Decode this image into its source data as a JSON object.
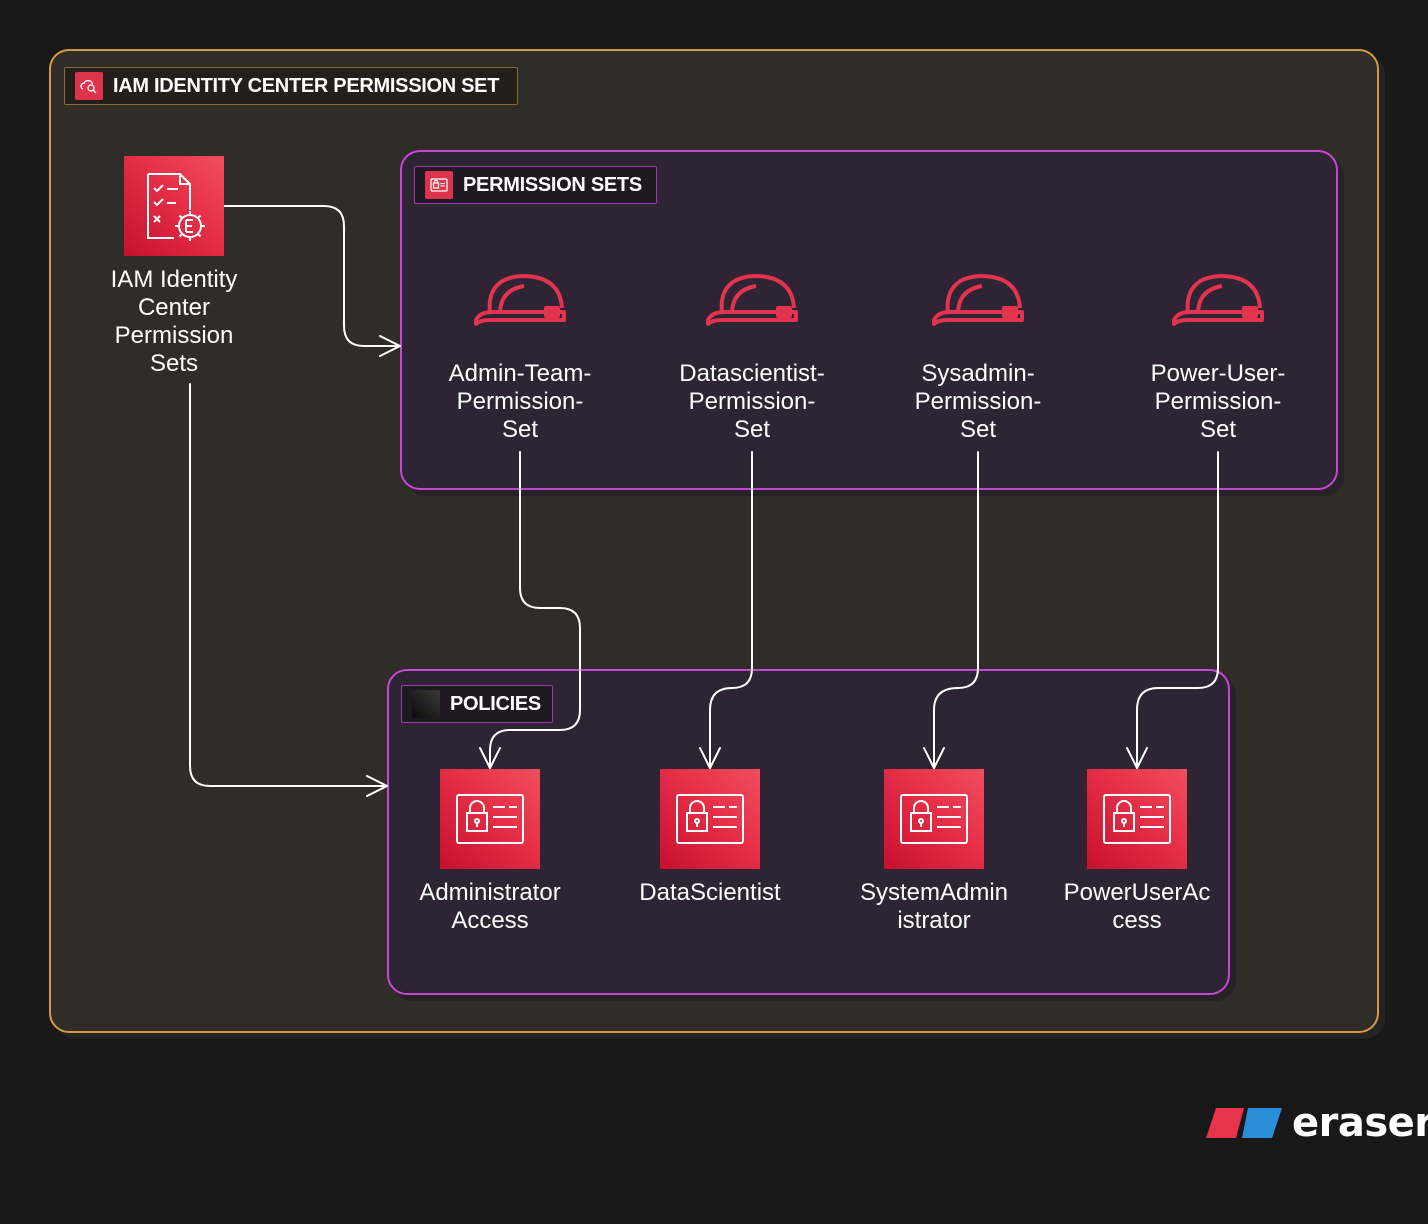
{
  "groups": {
    "outer": {
      "title": "IAM IDENTITY CENTER PERMISSION SET",
      "icon": "cloud-search-icon",
      "border_color": "#d19a44"
    },
    "permission_sets": {
      "title": "PERMISSION SETS",
      "icon": "id-card-icon",
      "border_color": "#c548d4"
    },
    "policies": {
      "title": "POLICIES",
      "icon": "dark-square-icon",
      "border_color": "#c548d4"
    }
  },
  "source_node": {
    "label": "IAM Identity\nCenter\nPermission\nSets",
    "icon": "checklist-gear-icon"
  },
  "permission_sets": [
    {
      "label": "Admin-Team-\nPermission-\nSet",
      "icon": "hard-hat-icon"
    },
    {
      "label": "Datascientist-\nPermission-\nSet",
      "icon": "hard-hat-icon"
    },
    {
      "label": "Sysadmin-\nPermission-\nSet",
      "icon": "hard-hat-icon"
    },
    {
      "label": "Power-User-\nPermission-\nSet",
      "icon": "hard-hat-icon"
    }
  ],
  "policies": [
    {
      "label": "Administrator\nAccess",
      "icon": "permissions-card-icon"
    },
    {
      "label": "DataScientist",
      "icon": "permissions-card-icon"
    },
    {
      "label": "SystemAdmin\nistrator",
      "icon": "permissions-card-icon"
    },
    {
      "label": "PowerUserAc\ncess",
      "icon": "permissions-card-icon"
    }
  ],
  "edges": [
    {
      "from": "IAM Identity Center Permission Sets",
      "to": "PERMISSION SETS"
    },
    {
      "from": "IAM Identity Center Permission Sets",
      "to": "POLICIES"
    },
    {
      "from": "Admin-Team-Permission-Set",
      "to": "Administrator Access"
    },
    {
      "from": "Datascientist-Permission-Set",
      "to": "DataScientist"
    },
    {
      "from": "Sysadmin-Permission-Set",
      "to": "SystemAdministrator"
    },
    {
      "from": "Power-User-Permission-Set",
      "to": "PowerUserAccess"
    }
  ],
  "brand": {
    "name": "eraser",
    "colors": [
      "#e8344a",
      "#2a8fd8"
    ]
  },
  "colors": {
    "background": "#181818",
    "aws_red": "#dd344c",
    "wire": "#ffffff"
  }
}
